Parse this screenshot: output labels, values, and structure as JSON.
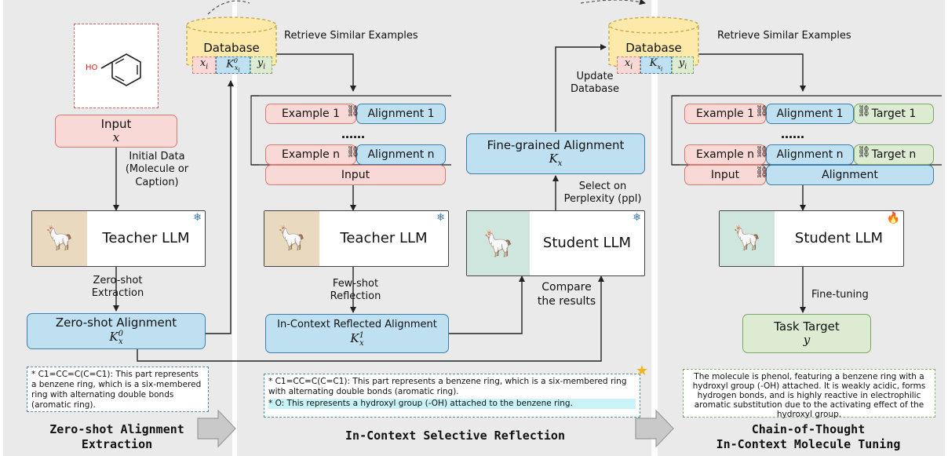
{
  "panel1": {
    "input_label": "Input",
    "input_var": "x",
    "initial_data": "Initial Data\n(Molecule or\nCaption)",
    "teacher": "Teacher LLM",
    "zero_shot_extraction": "Zero-shot\nExtraction",
    "alignment_title": "Zero-shot Alignment",
    "alignment_var": "K",
    "alignment_var_sup": "0",
    "alignment_var_sub": "x",
    "note": "* C1=CC=C(C=C1): This part represents a benzene ring, which is a six-membered ring with alternating double bonds (aromatic ring).",
    "bottom_title": "Zero-shot Alignment\nExtraction"
  },
  "panel2": {
    "database": "Database",
    "db_x": "x",
    "db_x_sub": "i",
    "db_k": "K",
    "db_k_sup": "0",
    "db_k_sub": "x",
    "db_k_subsub": "i",
    "db_y": "y",
    "db_y_sub": "i",
    "retrieve": "Retrieve Similar Examples",
    "example1": "Example 1",
    "alignment1": "Alignment 1",
    "dots": "……",
    "examplen": "Example n",
    "alignmentn": "Alignment n",
    "input": "Input",
    "teacher": "Teacher LLM",
    "few_shot": "Few-shot\nReflection",
    "alignment_title": "In-Context Reflected Alignment",
    "alignment_var": "K",
    "alignment_var_sup": "1",
    "alignment_var_sub": "x",
    "update_db": "Update\nDatabase",
    "fine_grained": "Fine-grained Alignment",
    "fine_var": "K",
    "fine_var_sub": "x",
    "select_ppl": "Select on\nPerplexity (ppl)",
    "student": "Student LLM",
    "compare": "Compare\nthe results",
    "note_line1": "* C1=CC=C(C=C1): This part represents a benzene ring, which is a six-membered ring with alternating double bonds (aromatic ring).",
    "note_line2": "* O: This represents a hydroxyl group (-OH) attached to the benzene ring.",
    "bottom_title": "In-Context Selective Reflection"
  },
  "panel3": {
    "database": "Database",
    "retrieve": "Retrieve Similar Examples",
    "example1": "Example 1",
    "alignment1": "Alignment 1",
    "target1": "Target 1",
    "dots": "……",
    "examplen": "Example n",
    "alignmentn": "Alignment n",
    "targetn": "Target n",
    "input": "Input",
    "alignment": "Alignment",
    "student": "Student LLM",
    "fine_tuning": "Fine-tuning",
    "task_target": "Task Target",
    "task_var": "y",
    "note": "The molecule is phenol, featuring a benzene ring with a hydroxyl group (-OH) attached. It is weakly acidic, forms hydrogen bonds, and is highly reactive in electrophilic aromatic substitution due to the activating effect of the hydroxyl group.",
    "bottom_title": "Chain-of-Thought\nIn-Context Molecule Tuning"
  },
  "molecule": {
    "atom": "HO"
  },
  "colors": {
    "pink": "#f9d9d6",
    "blue": "#bfe0f1",
    "green": "#dcebd2",
    "panel": "#eaeaea",
    "database": "#fde9a9"
  }
}
